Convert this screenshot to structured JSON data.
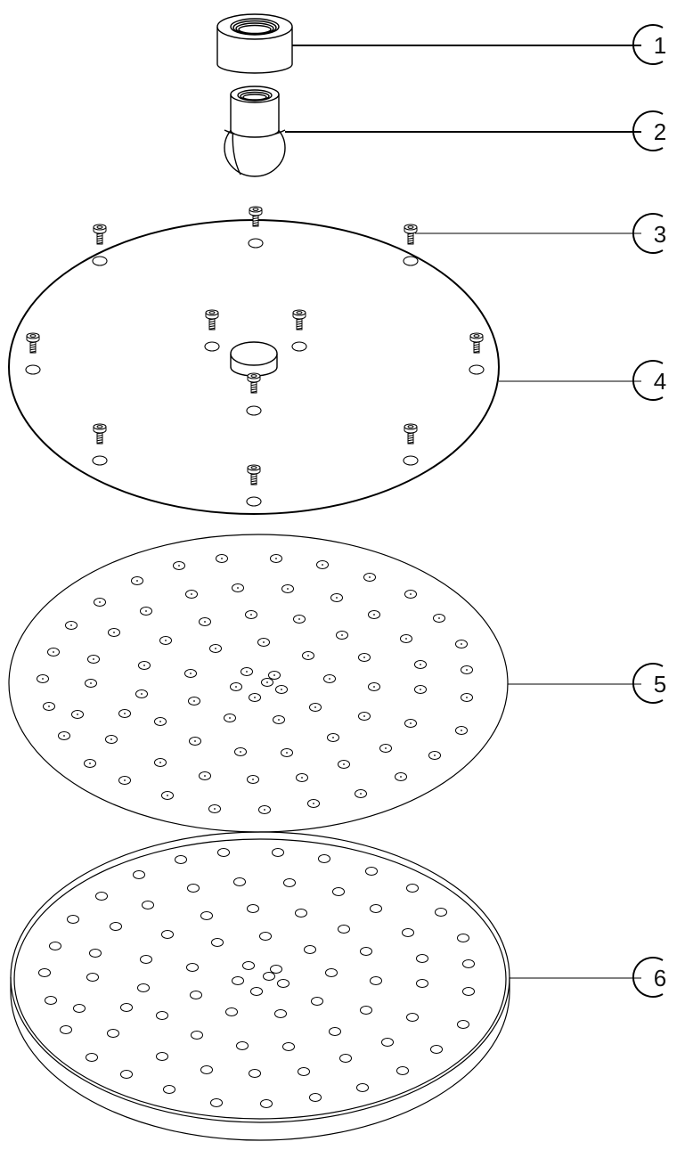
{
  "diagram": {
    "type": "exploded-parts-view",
    "line_color": "#000000",
    "background": "#ffffff",
    "parts": [
      {
        "id": "1",
        "label": "1",
        "name": "threaded-nut"
      },
      {
        "id": "2",
        "label": "2",
        "name": "ball-joint-connector"
      },
      {
        "id": "3",
        "label": "3",
        "name": "mounting-screws"
      },
      {
        "id": "4",
        "label": "4",
        "name": "back-plate"
      },
      {
        "id": "5",
        "label": "5",
        "name": "nozzle-plate"
      },
      {
        "id": "6",
        "label": "6",
        "name": "front-cover-plate"
      }
    ]
  }
}
